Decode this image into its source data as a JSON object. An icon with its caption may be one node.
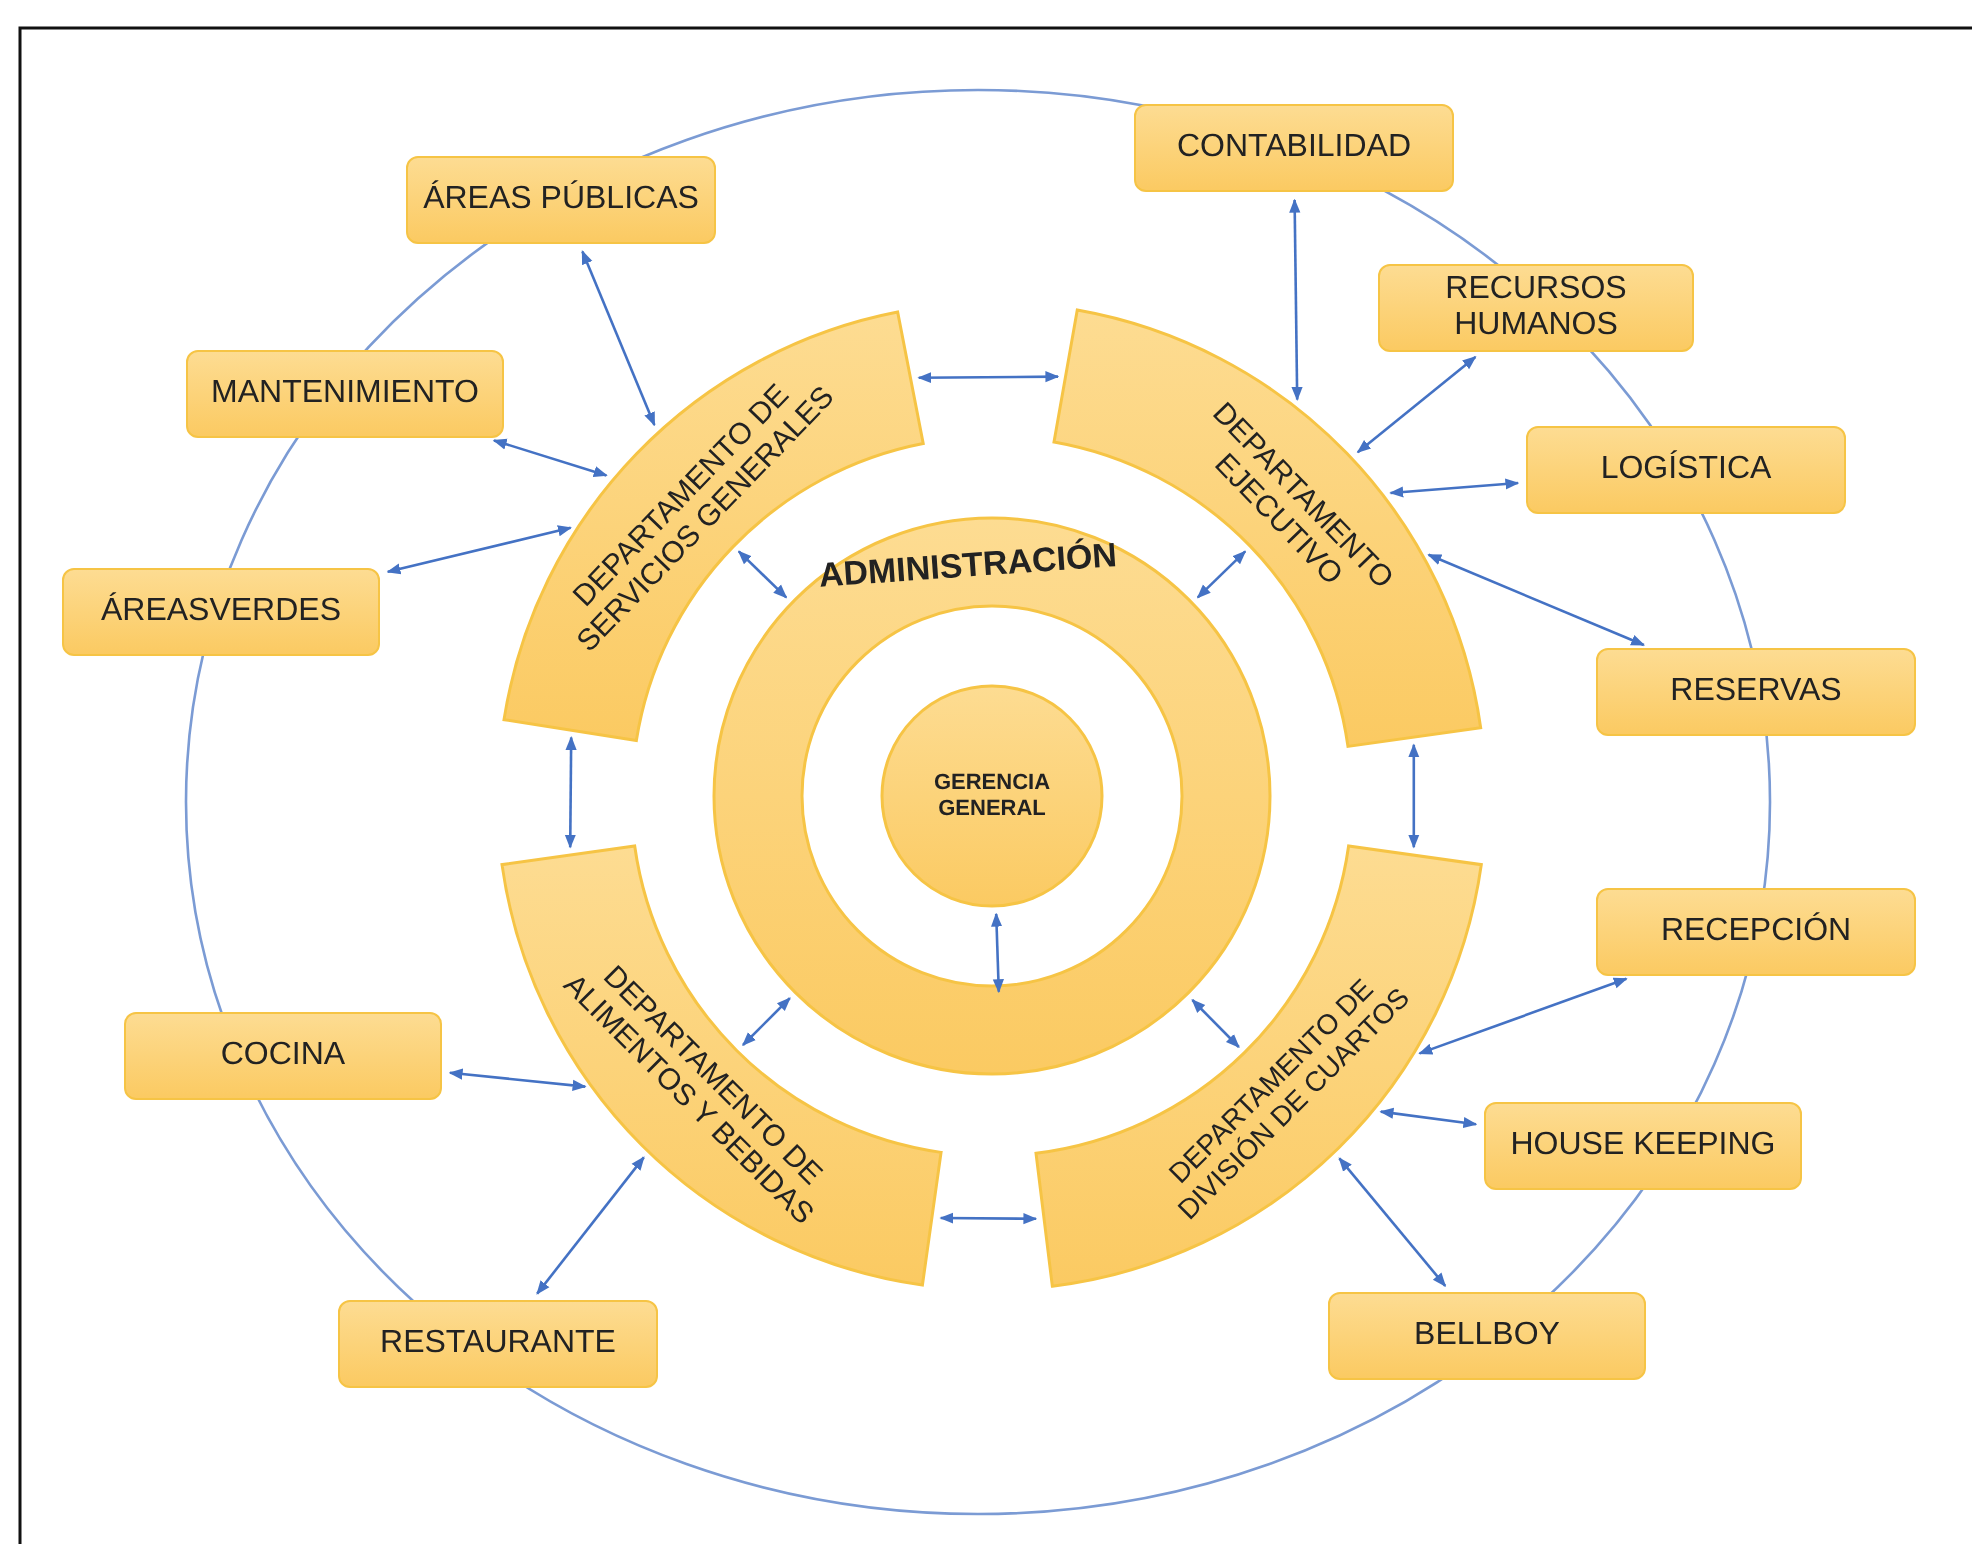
{
  "diagram": {
    "nodes": [
      {
        "text": [
          "ÁREAS PÚBLICAS"
        ]
      },
      {
        "text": [
          "CONTABILIDAD"
        ]
      },
      {
        "text": [
          "RECURSOS HUMANOS"
        ]
      },
      {
        "text": [
          "MANTENIMIENTO"
        ]
      },
      {
        "text": [
          "LOGÍSTICA"
        ]
      },
      {
        "text": [
          "ÁREASVERDES"
        ]
      },
      {
        "text": [
          "RESERVAS"
        ]
      },
      {
        "text": [
          "ADMINISTRACIÓN"
        ]
      },
      {
        "text": [
          "GERENCIA GENERAL"
        ],
        "in": 7
      },
      {
        "text": [
          "DEPARTAMENTO DE SERVICIOS GENERALES"
        ]
      },
      {
        "text": [
          "DEPARTAMENTO EJECUTIVO"
        ]
      },
      {
        "text": [
          "DEPARTAMENTO DE ALIMENTOS Y BEBIDAS"
        ]
      },
      {
        "text": [
          "DEPARTAMENTO DE DIVISIÓN DE CUARTOS"
        ]
      },
      {
        "text": [
          "RECEPCIÓN"
        ]
      },
      {
        "text": [
          "COCINA"
        ]
      },
      {
        "text": [
          "HOUSE KEEPING"
        ]
      },
      {
        "text": [
          "RESTAURANTE"
        ]
      },
      {
        "text": [
          "BELLBOY"
        ]
      }
    ],
    "edges": [
      {
        "from": 9,
        "to": 0,
        "arrow": "both"
      },
      {
        "from": 9,
        "to": 3,
        "arrow": "both"
      },
      {
        "from": 9,
        "to": 5,
        "arrow": "both"
      },
      {
        "from": 9,
        "to": 10,
        "arrow": "both"
      },
      {
        "from": 9,
        "to": 7,
        "arrow": "both"
      },
      {
        "from": 9,
        "to": 11,
        "arrow": "both"
      },
      {
        "from": 10,
        "to": 1,
        "arrow": "both"
      },
      {
        "from": 10,
        "to": 2,
        "arrow": "both"
      },
      {
        "from": 10,
        "to": 4,
        "arrow": "both"
      },
      {
        "from": 10,
        "to": 6,
        "arrow": "both"
      },
      {
        "from": 10,
        "to": 7,
        "arrow": "both"
      },
      {
        "from": 10,
        "to": 12,
        "arrow": "both"
      },
      {
        "from": 11,
        "to": 14,
        "arrow": "both"
      },
      {
        "from": 11,
        "to": 16,
        "arrow": "both"
      },
      {
        "from": 11,
        "to": 7,
        "arrow": "both"
      },
      {
        "from": 11,
        "to": 12,
        "arrow": "both"
      },
      {
        "from": 12,
        "to": 13,
        "arrow": "both"
      },
      {
        "from": 12,
        "to": 15,
        "arrow": "both"
      },
      {
        "from": 12,
        "to": 17,
        "arrow": "both"
      },
      {
        "from": 12,
        "to": 7,
        "arrow": "both"
      },
      {
        "from": 8,
        "to": 7,
        "arrow": "both"
      }
    ]
  }
}
